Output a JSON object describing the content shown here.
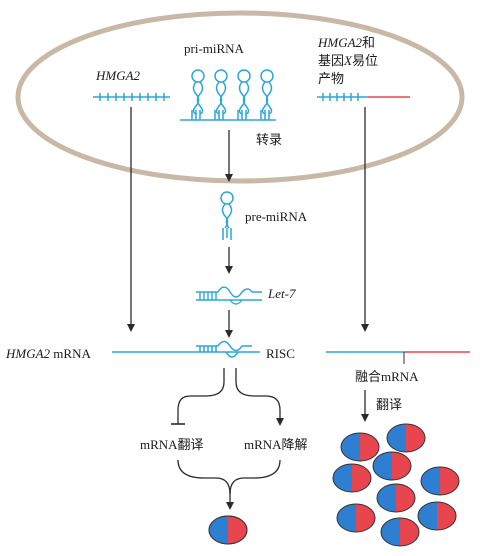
{
  "labels": {
    "pri_mirna": "pri-miRNA",
    "hmga2_left": "HMGA2",
    "hmga2_right_line1_italic": "HMGA2",
    "hmga2_right_line1_suffix": "和",
    "hmga2_right_line2_prefix": "基因",
    "hmga2_right_line2_italic": "X",
    "hmga2_right_line2_suffix": "易位",
    "hmga2_right_line3": "产物",
    "transcription": "转录",
    "pre_mirna": "pre-miRNA",
    "let7": "Let-7",
    "hmga2_mrna_italic": "HMGA2",
    "hmga2_mrna_suffix": " mRNA",
    "risc": "RISC",
    "fusion_mrna": "融合mRNA",
    "translation_right": "翻译",
    "mrna_translation": "mRNA翻译",
    "mrna_degradation": "mRNA降解"
  },
  "colors": {
    "cell_outline": "#c8b8a6",
    "rna_blue": "#2aa6dd",
    "fusion_red": "#e8454f",
    "protein_blue": "#2e7fd1",
    "protein_red": "#e8454f",
    "arrow": "#2b2b2b"
  }
}
